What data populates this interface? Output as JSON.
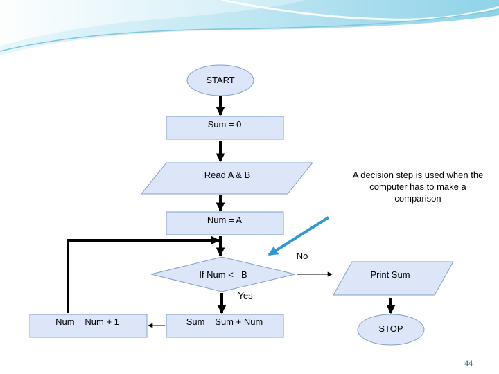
{
  "flowchart": {
    "start_label": "START",
    "init_label": "Sum = 0",
    "input_label": "Read A & B",
    "assign_label": "Num = A",
    "decision_label": "If Num <= B",
    "yes_label": "Yes",
    "no_label": "No",
    "increment_label": "Num = Num + 1",
    "add_label": "Sum = Sum + Num",
    "output_label": "Print Sum",
    "stop_label": "STOP"
  },
  "annotation": {
    "text": "A decision step is used when the computer has to make a comparison"
  },
  "page_number": "44",
  "colors": {
    "shape_fill": "#dce6f8",
    "shape_stroke": "#7f9fc8",
    "arrow": "#000000",
    "pointer_arrow": "#3399cc",
    "banner_light": "#cfeef7",
    "banner_mid": "#8fd3e8",
    "page_number": "#1f4e79"
  }
}
